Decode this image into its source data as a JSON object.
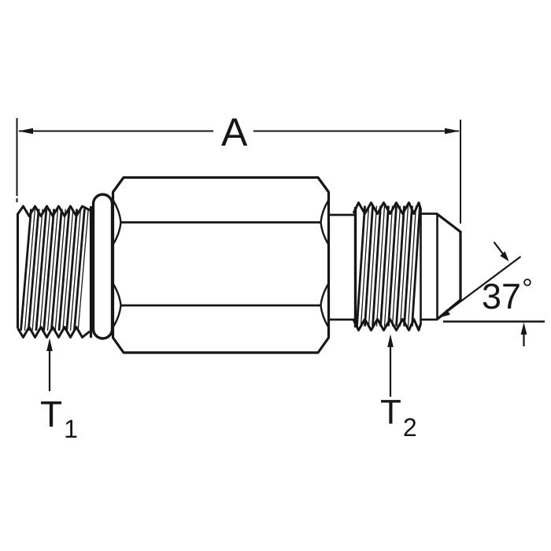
{
  "page": {
    "background_color": "#ffffff",
    "ink_color": "#161616"
  },
  "annotations": {
    "overall_length": {
      "label": "A"
    },
    "flare_angle": {
      "value": "37",
      "degree_symbol": "°"
    },
    "thread_left": {
      "base": "T",
      "subscript": "1"
    },
    "thread_right": {
      "base": "T",
      "subscript": "2"
    }
  }
}
